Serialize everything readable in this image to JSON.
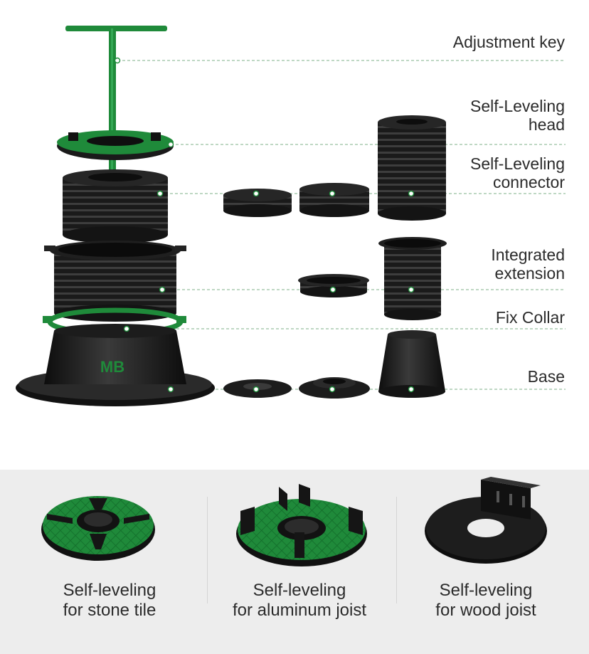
{
  "labels": {
    "adjustment_key": "Adjustment key",
    "self_leveling_head": [
      "Self-Leveling",
      "head"
    ],
    "self_leveling_connector": [
      "Self-Leveling",
      "connector"
    ],
    "integrated_extension": [
      "Integrated",
      "extension"
    ],
    "fix_collar": "Fix Collar",
    "base": "Base"
  },
  "captions": [
    {
      "line1": "Self-leveling",
      "line2": "for stone tile"
    },
    {
      "line1": "Self-leveling",
      "line2": "for aluminum joist"
    },
    {
      "line1": "Self-leveling",
      "line2": "for wood joist"
    }
  ],
  "colors": {
    "accent": "#1f8a3a",
    "part": "#1b1b1b",
    "leader": "#7fb08a",
    "panel": "#ededed"
  }
}
